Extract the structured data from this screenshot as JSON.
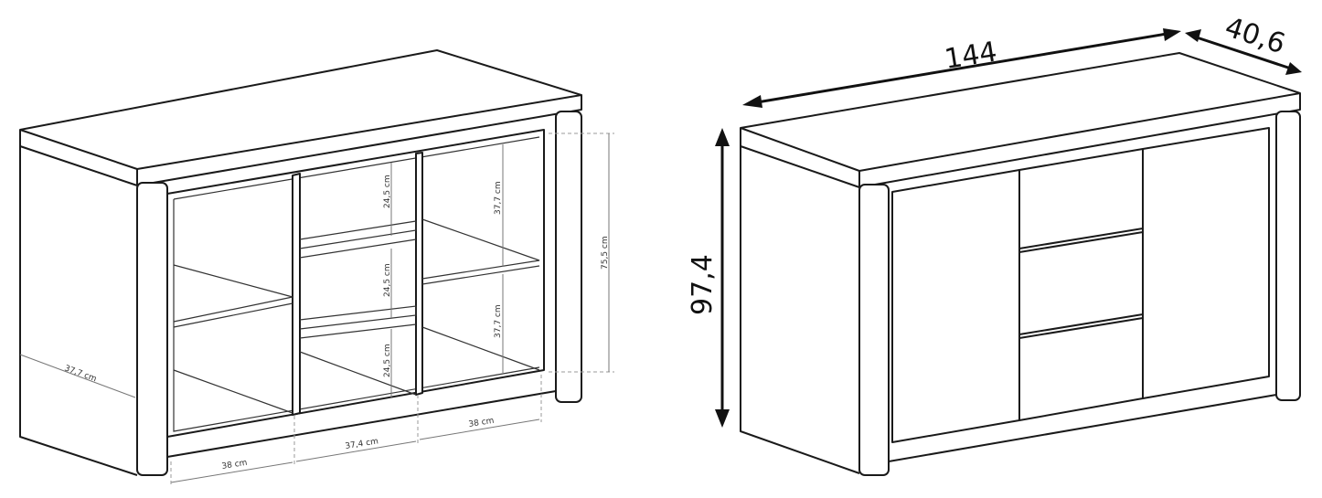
{
  "left_drawing": {
    "compartment_heights": [
      "24,5 cm",
      "24,5 cm",
      "24,5 cm"
    ],
    "side_shelf_heights": [
      "37,7 cm",
      "37,7 cm"
    ],
    "inner_height": "75,5 cm",
    "depth": "37,7 cm",
    "widths": [
      "38 cm",
      "37,4 cm",
      "38 cm"
    ]
  },
  "right_drawing": {
    "width": "144",
    "depth": "40,6",
    "height": "97,4"
  }
}
